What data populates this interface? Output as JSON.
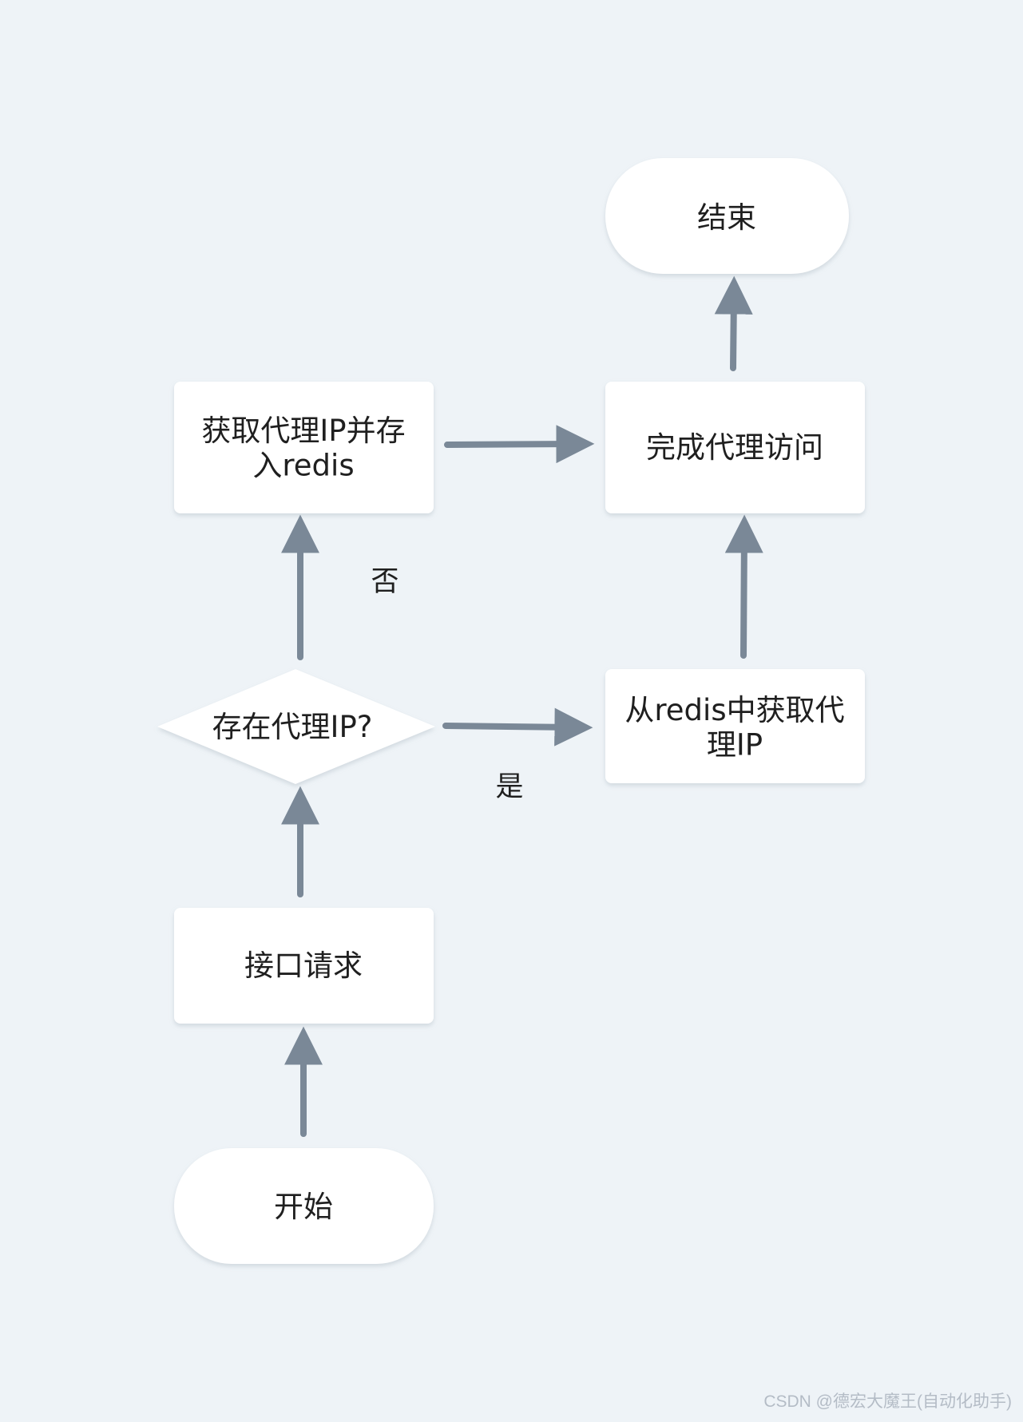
{
  "flowchart": {
    "nodes": {
      "end": "结束",
      "get_proxy_store": "获取代理IP并存\n入redis",
      "complete_access": "完成代理访问",
      "decision": "存在代理IP?",
      "get_from_redis": "从redis中获取代\n理IP",
      "api_request": "接口请求",
      "start": "开始"
    },
    "edges": {
      "no_label": "否",
      "yes_label": "是"
    }
  },
  "watermark": "CSDN @德宏大魔王(自动化助手)",
  "colors": {
    "background": "#eef3f7",
    "node_fill": "#ffffff",
    "arrow": "#7a8897",
    "text": "#1f1f1f"
  }
}
